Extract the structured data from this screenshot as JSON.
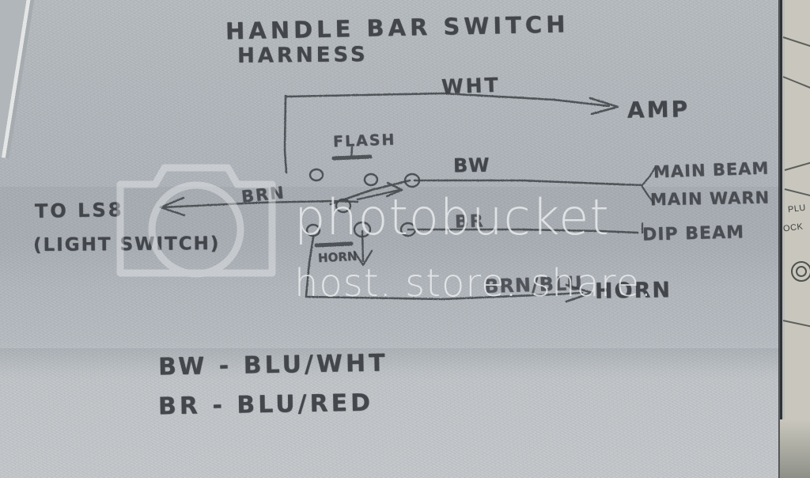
{
  "document": {
    "kind": "hand-drawn-wiring-diagram",
    "title_line1": "HANDLE BAR SWITCH",
    "title_line2": "HARNESS"
  },
  "labels": {
    "wht": "WHT",
    "amp": "AMP",
    "flash": "FLASH",
    "bw": "BW",
    "br": "BR",
    "brn": "BRN",
    "to_ls8": "TO LS8",
    "light_switch": "(LIGHT SWITCH)",
    "main_beam": "MAIN BEAM",
    "main_warn": "MAIN WARN",
    "dip_beam": "DIP BEAM",
    "horn_switch": "HORN",
    "brn_blu": "BRN/BLU",
    "horn_out": "HORN"
  },
  "legend": {
    "rows": [
      {
        "code": "BW",
        "dash": "-",
        "meaning": "BLU/WHT"
      },
      {
        "code": "BR",
        "dash": "-",
        "meaning": "BLU/RED"
      }
    ],
    "row1_full": "BW - BLU/WHT",
    "row2_full": "BR - BLU/RED"
  },
  "side_sheet": {
    "text_plug": "PLU",
    "text_socket": "OCK"
  },
  "watermark": {
    "brand": "photobucket",
    "tagline": "host. store. share."
  },
  "colors": {
    "paper": "#b5babf",
    "pencil": "#3a3d42",
    "watermark": "#eef0f1",
    "side_sheet": "#c9c7bd"
  }
}
